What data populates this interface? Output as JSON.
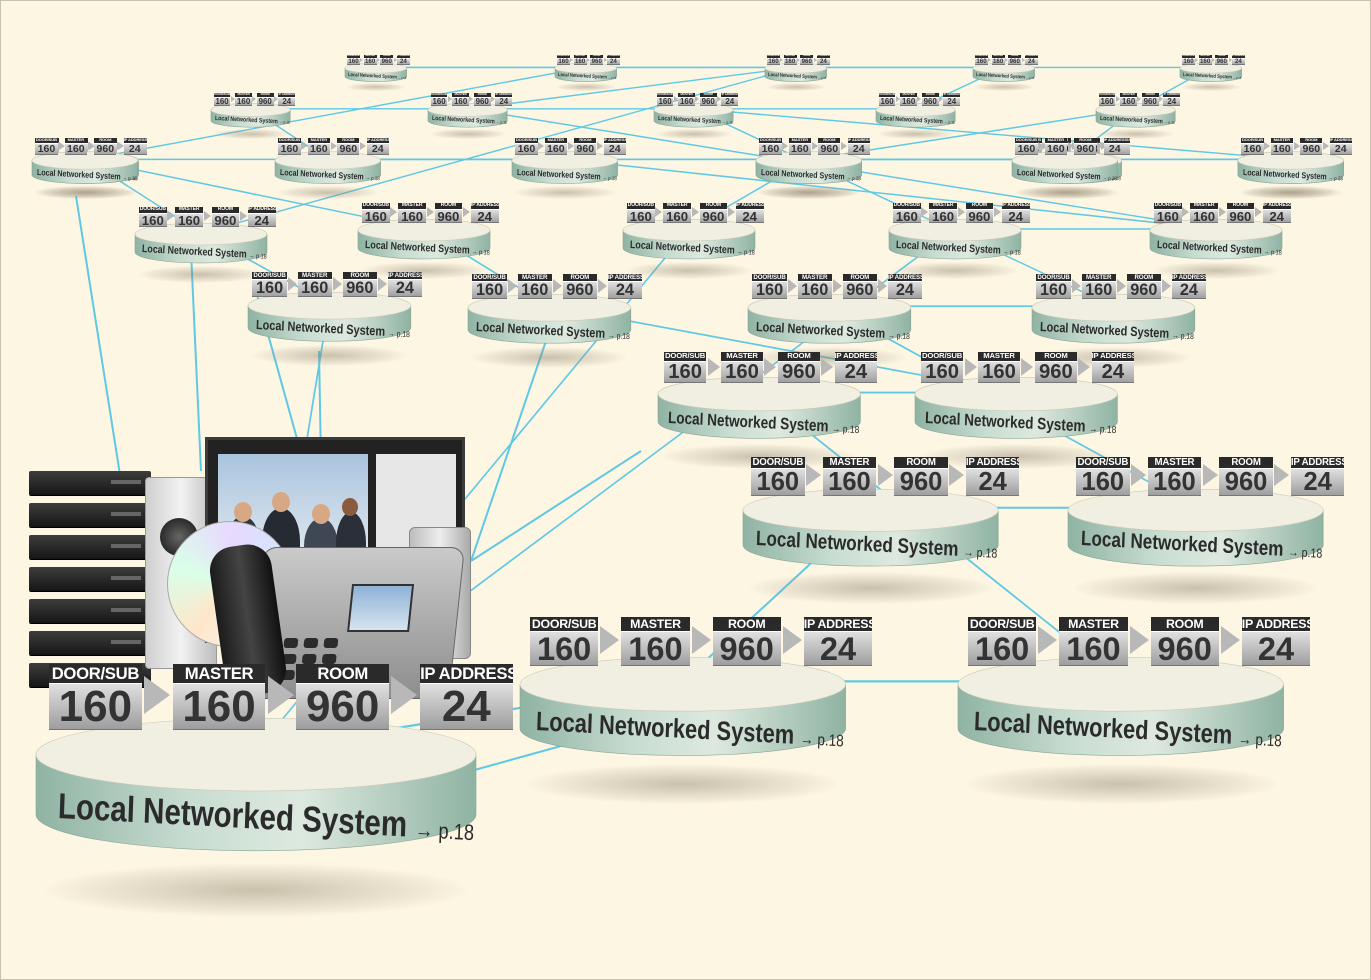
{
  "labels": {
    "door": "DOOR/SUB",
    "master": "MASTER",
    "room": "ROOM",
    "ip": "IP ADDRESS"
  },
  "values": {
    "door": "160",
    "master": "160",
    "room": "960",
    "ip": "24"
  },
  "caption": "Local Networked System",
  "page_ref": "→ p.18",
  "colors": {
    "background": "#fdf6e3",
    "link": "#5ec8e5",
    "disc_top": "#f1efe1",
    "disc_side_light": "#c8ddd1",
    "disc_side_dark": "#8fb3a3",
    "label_bg": "#2a2a2a",
    "value_text": "#333333"
  },
  "nodes": [
    {
      "id": "n1"
    },
    {
      "id": "n2"
    },
    {
      "id": "n3"
    },
    {
      "id": "n4"
    },
    {
      "id": "n5"
    },
    {
      "id": "n6"
    },
    {
      "id": "n7"
    },
    {
      "id": "n8"
    },
    {
      "id": "n9"
    },
    {
      "id": "n10"
    },
    {
      "id": "n11"
    },
    {
      "id": "n12"
    },
    {
      "id": "n13"
    },
    {
      "id": "n14"
    },
    {
      "id": "n15"
    },
    {
      "id": "n16"
    },
    {
      "id": "n17"
    },
    {
      "id": "n18"
    },
    {
      "id": "n19"
    },
    {
      "id": "n20"
    },
    {
      "id": "n21"
    },
    {
      "id": "n22"
    },
    {
      "id": "n23"
    },
    {
      "id": "n24"
    },
    {
      "id": "n25"
    },
    {
      "id": "n26"
    },
    {
      "id": "n27"
    },
    {
      "id": "n28"
    },
    {
      "id": "n29"
    },
    {
      "id": "n30"
    },
    {
      "id": "n31"
    },
    {
      "id": "n32"
    },
    {
      "id": "n33"
    },
    {
      "id": "n34"
    },
    {
      "id": "n35"
    },
    {
      "id": "n36"
    }
  ],
  "edges": [
    [
      "n1",
      "n2"
    ],
    [
      "n1",
      "n16"
    ],
    [
      "n1",
      "n15"
    ],
    [
      "n1",
      "n11"
    ],
    [
      "n2",
      "n3"
    ],
    [
      "n2",
      "n4"
    ],
    [
      "n3",
      "n6"
    ],
    [
      "n4",
      "n5"
    ],
    [
      "n5",
      "n8"
    ],
    [
      "n6",
      "n7"
    ],
    [
      "n7",
      "n10"
    ],
    [
      "n10",
      "n14"
    ],
    [
      "n14",
      "n33"
    ],
    [
      "n33",
      "n34"
    ],
    [
      "n34",
      "n35"
    ],
    [
      "n11",
      "n12"
    ],
    [
      "n12",
      "n30"
    ],
    [
      "n12",
      "n13"
    ],
    [
      "n13",
      "n29"
    ],
    [
      "n29",
      "n28"
    ],
    [
      "n28",
      "n31"
    ],
    [
      "n29",
      "n32"
    ],
    [
      "n16",
      "n17"
    ],
    [
      "n17",
      "n24"
    ],
    [
      "n17",
      "n18"
    ],
    [
      "n18",
      "n22"
    ],
    [
      "n22",
      "n21"
    ],
    [
      "n21",
      "n25"
    ],
    [
      "n22",
      "n23"
    ],
    [
      "n23",
      "n26"
    ],
    [
      "n15",
      "n19"
    ],
    [
      "n19",
      "n20"
    ],
    [
      "n20",
      "n27"
    ],
    [
      "n27",
      "n36"
    ],
    [
      "n36",
      "n34"
    ],
    [
      "n8",
      "n9"
    ],
    [
      "n9",
      "n25"
    ],
    [
      "n30",
      "n24"
    ],
    [
      "n31",
      "n26"
    ],
    [
      "n32",
      "n27"
    ]
  ]
}
